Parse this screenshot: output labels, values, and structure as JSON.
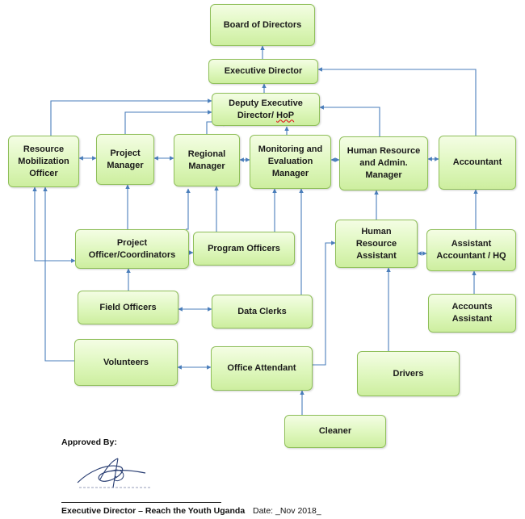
{
  "nodes": {
    "board": "Board of Directors",
    "exec": "Executive Director",
    "deputy_line1": "Deputy Executive",
    "deputy_line2": "Director/ ",
    "deputy_hop": "HoP",
    "resource_mob": "Resource\nMobilization\nOfficer",
    "project_mgr": "Project\nManager",
    "regional_mgr": "Regional\nManager",
    "me_mgr": "Monitoring and\nEvaluation\nManager",
    "hr_mgr": "Human Resource\nand Admin.\nManager",
    "accountant": "Accountant",
    "project_officer": "Project\nOfficer/Coordinators",
    "program_officers": "Program Officers",
    "hr_assistant": "Human\nResource\nAssistant",
    "asst_accountant": "Assistant\nAccountant  / HQ",
    "field_officers": "Field Officers",
    "data_clerks": "Data Clerks",
    "accounts_assistant": "Accounts\nAssistant",
    "volunteers": "Volunteers",
    "office_attendant": "Office Attendant",
    "drivers": "Drivers",
    "cleaner": "Cleaner"
  },
  "footer": {
    "approved_by": "Approved By:",
    "signatory": "Executive Director – Reach the Youth Uganda",
    "date": "Date:  _Nov 2018_"
  },
  "colors": {
    "box_fill": "#def7bd",
    "box_border": "#8fbf5a",
    "connector": "#4a7ebb"
  }
}
